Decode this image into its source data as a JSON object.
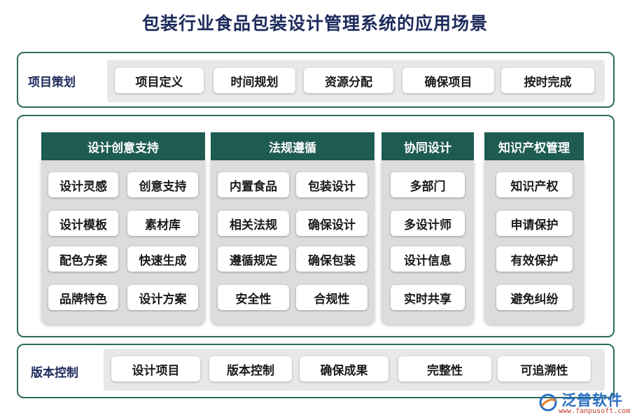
{
  "title": "包装行业食品包装设计管理系统的应用场景",
  "project_planning": {
    "label": "项目策划",
    "items": [
      "项目定义",
      "时间规划",
      "资源分配",
      "确保项目",
      "按时完成"
    ]
  },
  "groups": [
    {
      "title": "设计创意支持",
      "items": [
        "设计灵感",
        "创意支持",
        "设计模板",
        "素材库",
        "配色方案",
        "快速生成",
        "品牌特色",
        "设计方案"
      ]
    },
    {
      "title": "法规遵循",
      "items": [
        "内置食品",
        "包装设计",
        "相关法规",
        "确保设计",
        "遵循规定",
        "确保包装",
        "安全性",
        "合规性"
      ]
    },
    {
      "title": "协同设计",
      "items": [
        "多部门",
        "多设计师",
        "设计信息",
        "实时共享"
      ]
    },
    {
      "title": "知识产权管理",
      "items": [
        "知识产权",
        "申请保护",
        "有效保护",
        "避免纠纷"
      ]
    }
  ],
  "version_control": {
    "label": "版本控制",
    "items": [
      "设计项目",
      "版本控制",
      "确保成果",
      "完整性",
      "可追溯性"
    ]
  },
  "colors": {
    "header": "#1e5c52",
    "border": "#2c6a5e",
    "title": "#1d2b5c"
  },
  "watermark": {
    "text": "泛普软件",
    "url": "www.fanpusoft.com"
  }
}
